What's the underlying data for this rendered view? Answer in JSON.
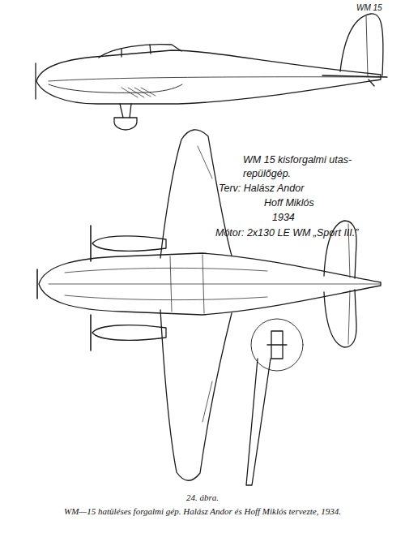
{
  "diagram": {
    "caption": "WM—15 hatüléses forgalmi gép. Halász Andor és Hoff Miklós tervezte, 1934.",
    "labels": [
      "WM 15",
      "WM 15 kisforgalmi utas-",
      "repülőgép.",
      "Terv: Halász Andor",
      "Hoff Miklós",
      "1934",
      "Mótor: 2x130 LE WM „Sport III.”",
      "24. ábra."
    ]
  }
}
